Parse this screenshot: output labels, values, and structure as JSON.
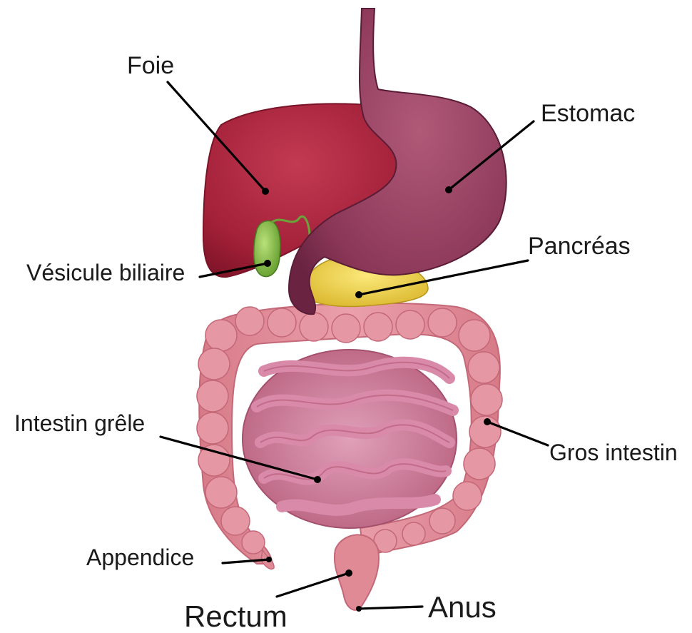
{
  "labels": {
    "foie": "Foie",
    "estomac": "Estomac",
    "pancreas": "Pancréas",
    "vesicule": "Vésicule biliaire",
    "intestin_grele": "Intestin grêle",
    "gros_intestin": "Gros intestin",
    "appendice": "Appendice",
    "rectum": "Rectum",
    "anus": "Anus"
  },
  "colors": {
    "liver": "#a8283f",
    "stomach": "#8e3a5a",
    "gallbladder": "#8cc24a",
    "pancreas": "#f0d44a",
    "large_intestine": "#e08a96",
    "small_intestine": "#c9768f"
  }
}
